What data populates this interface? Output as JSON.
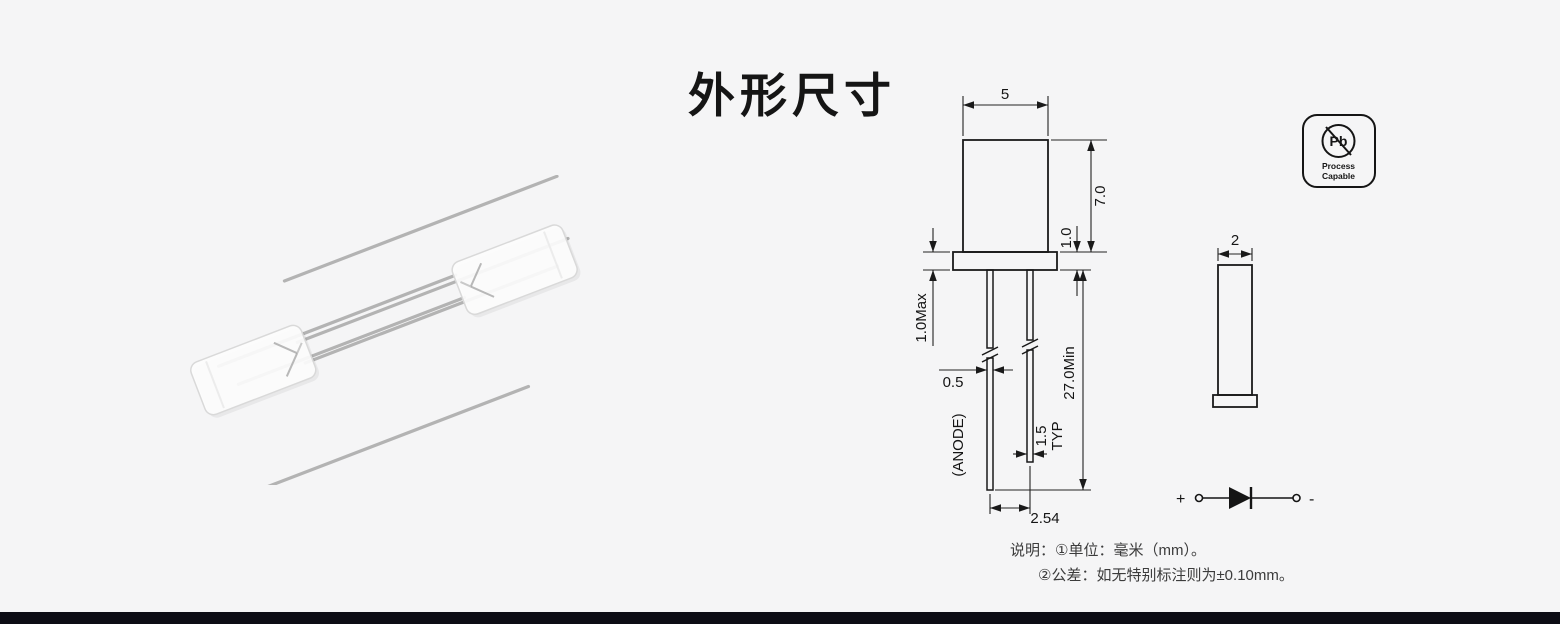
{
  "title": "外形尺寸",
  "front_view": {
    "width": "5",
    "body_height": "7.0",
    "flange_height": "1.0",
    "flange_lip": "1.0Max",
    "lead_width": "0.5",
    "lead_length": "27.0Min",
    "lead_typ_value": "1.5",
    "lead_typ_label": "TYP",
    "anode": "(ANODE)",
    "pitch": "2.54"
  },
  "side_view": {
    "depth": "2"
  },
  "pb_mark": {
    "symbol": "Pb",
    "caption_line1": "Process",
    "caption_line2": "Capable"
  },
  "polarity": {
    "plus": "+",
    "minus": "-"
  },
  "notes": {
    "line1": "说明：①单位：毫米（mm）。",
    "line2": "②公差：如无特别标注则为±0.10mm。"
  }
}
